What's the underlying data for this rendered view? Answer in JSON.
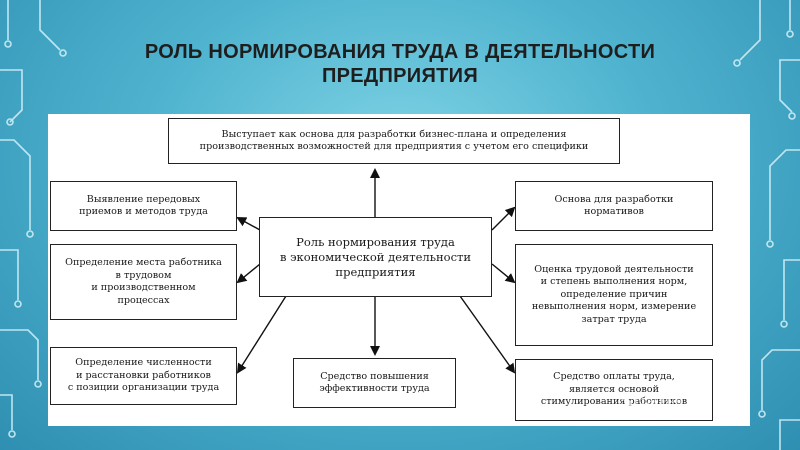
{
  "slide": {
    "title": "РОЛЬ НОРМИРОВАНИЯ ТРУДА В ДЕЯТЕЛЬНОСТИ\nПРЕДПРИЯТИЯ",
    "background_color": "#4fb3cf",
    "circuit_color": "#d6f3f9"
  },
  "diagram": {
    "center": "Роль нормирования труда\nв экономической деятельности\nпредприятия",
    "top": "Выступает как основа для разработки бизнес-плана и определения\nпроизводственных возможностей для предприятия с учетом его специфики",
    "left_1": "Выявление передовых\nприемов и методов труда",
    "left_2": "Определение места работника\nв трудовом\nи производственном\nпроцессах",
    "left_3": "Определение численности\nи расстановки работников\nс позиции организации труда",
    "bottom": "Средство повышения\nэффективности труда",
    "right_1": "Основа для разработки\nнормативов",
    "right_2": "Оценка трудовой деятельности\nи степень выполнения норм,\nопределение причин\nневыполнения норм, измерение\nзатрат труда",
    "right_3": "Средство оплаты труда,\nявляется основой\nстимулирования работников"
  },
  "watermark": "Shared"
}
